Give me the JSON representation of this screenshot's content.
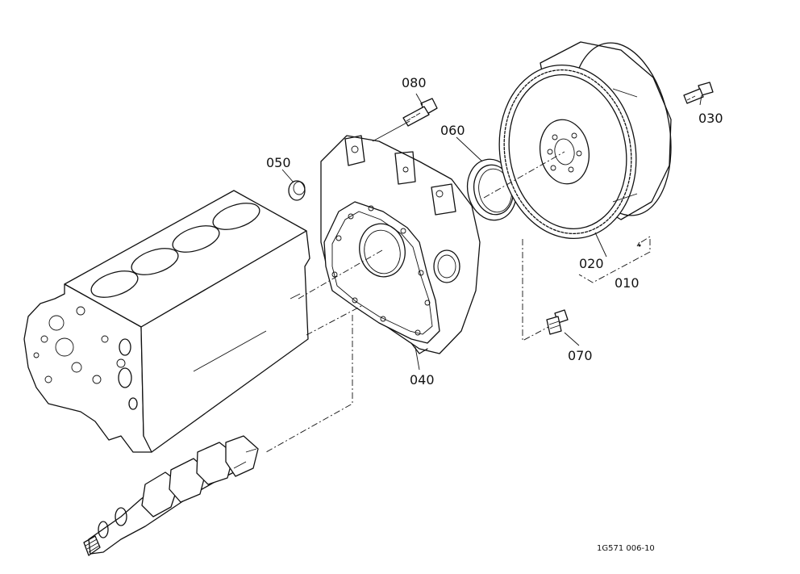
{
  "callouts": {
    "p010": "010",
    "p020": "020",
    "p030": "030",
    "p040": "040",
    "p050": "050",
    "p060": "060",
    "p070": "070",
    "p080": "080"
  },
  "footer": {
    "drawing_code": "1G571 006-10"
  }
}
